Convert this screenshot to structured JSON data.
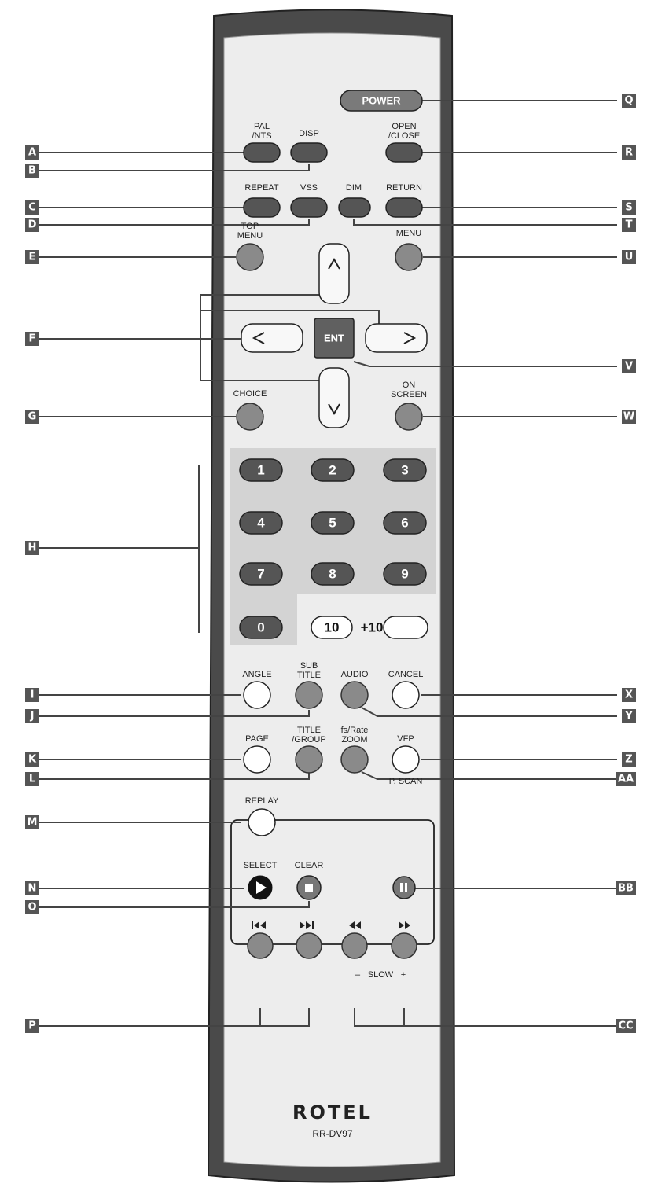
{
  "remote": {
    "brand": "ROTEL",
    "model": "RR-DV97",
    "colors": {
      "body_dark": "#4a4a4a",
      "face": "#ededed",
      "keypad": "#d3d3d3"
    }
  },
  "buttons": {
    "power": "POWER",
    "pal_ntsc": [
      "PAL",
      "/NTS"
    ],
    "disp": "DISP",
    "open_close": [
      "OPEN",
      "/CLOSE"
    ],
    "repeat": "REPEAT",
    "vss": "VSS",
    "dim": "DIM",
    "return": "RETURN",
    "top_menu": [
      "TOP",
      "MENU"
    ],
    "menu": "MENU",
    "ent": "ENT",
    "choice": "CHOICE",
    "on_screen": [
      "ON",
      "SCREEN"
    ],
    "digits": [
      "1",
      "2",
      "3",
      "4",
      "5",
      "6",
      "7",
      "8",
      "9",
      "0"
    ],
    "ten": "10",
    "plus_ten": "+10",
    "angle": "ANGLE",
    "subtitle": [
      "SUB",
      "TITLE"
    ],
    "audio": "AUDIO",
    "cancel": "CANCEL",
    "page": "PAGE",
    "title_group": [
      "TITLE",
      "/GROUP"
    ],
    "fs_rate_zoom": [
      "fs/Rate",
      "ZOOM"
    ],
    "vfp": "VFP",
    "p_scan": "P. SCAN",
    "replay": "REPLAY",
    "select": "SELECT",
    "clear": "CLEAR",
    "slow": "SLOW"
  },
  "callouts": [
    "A",
    "B",
    "C",
    "D",
    "E",
    "F",
    "G",
    "H",
    "I",
    "J",
    "K",
    "L",
    "M",
    "N",
    "O",
    "P",
    "Q",
    "R",
    "S",
    "T",
    "U",
    "V",
    "W",
    "X",
    "Y",
    "Z",
    "AA",
    "BB",
    "CC"
  ]
}
